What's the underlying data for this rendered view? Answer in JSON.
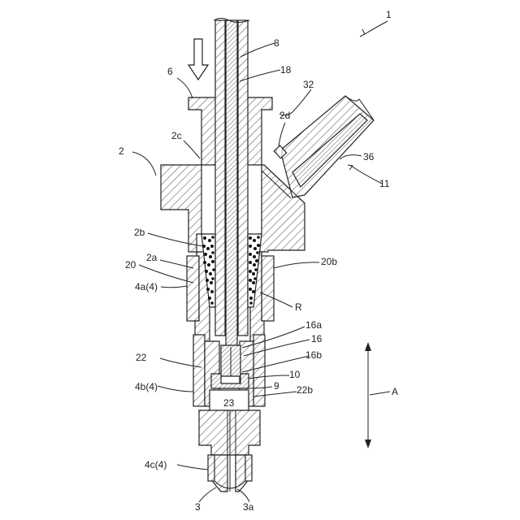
{
  "figure": {
    "labels": {
      "l1": "1",
      "l2": "2",
      "l2a": "2a",
      "l2b": "2b",
      "l2c": "2c",
      "l2d": "2d",
      "l3": "3",
      "l3a": "3a",
      "l4a": "4a(4)",
      "l4b": "4b(4)",
      "l4c": "4c(4)",
      "l6": "6",
      "l8": "8",
      "l9": "9",
      "l10": "10",
      "l11": "11",
      "l16": "16",
      "l16a": "16a",
      "l16b": "16b",
      "l18": "18",
      "l20": "20",
      "l20b": "20b",
      "l22": "22",
      "l22b": "22b",
      "l23": "23",
      "l32": "32",
      "l36": "36",
      "lR": "R",
      "lA": "A"
    }
  }
}
